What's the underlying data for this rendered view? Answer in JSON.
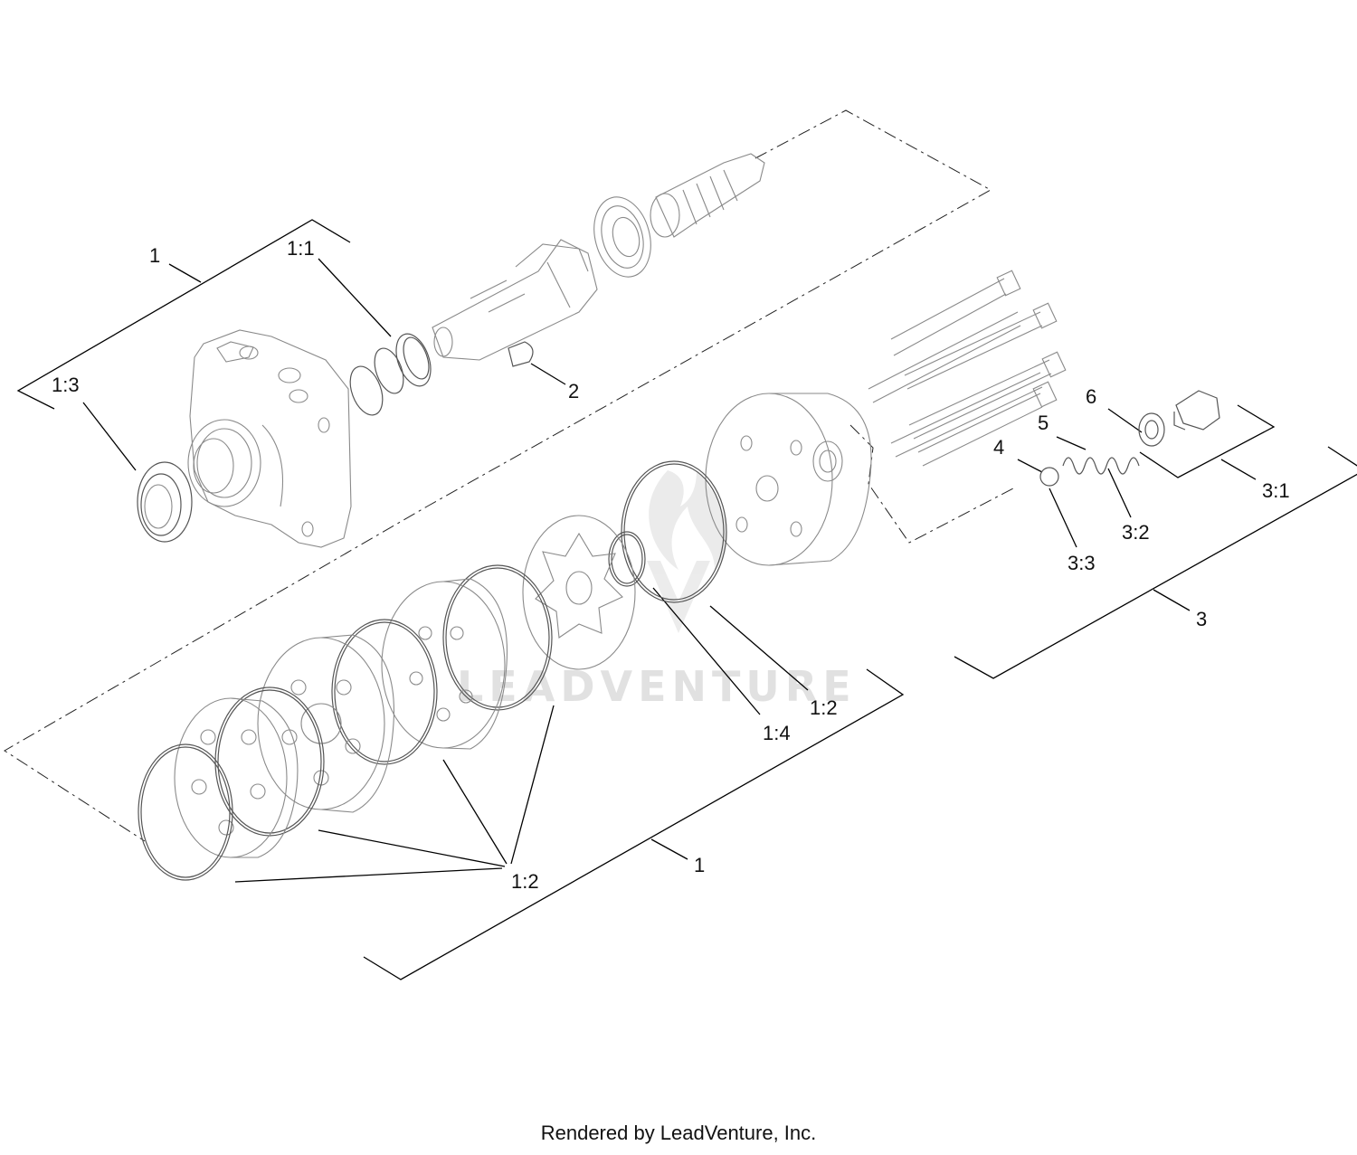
{
  "diagram": {
    "callouts": {
      "c_1_top": "1",
      "c_1_1": "1:1",
      "c_1_3": "1:3",
      "c_2": "2",
      "c_6": "6",
      "c_5": "5",
      "c_4": "4",
      "c_3_1": "3:1",
      "c_3_2": "3:2",
      "c_3_3": "3:3",
      "c_3": "3",
      "c_1_2_right": "1:2",
      "c_1_4": "1:4",
      "c_1_bottom": "1",
      "c_1_2_bottom": "1:2"
    },
    "watermark": "LEADVENTURE"
  },
  "footer": {
    "text": "Rendered by LeadVenture, Inc."
  }
}
